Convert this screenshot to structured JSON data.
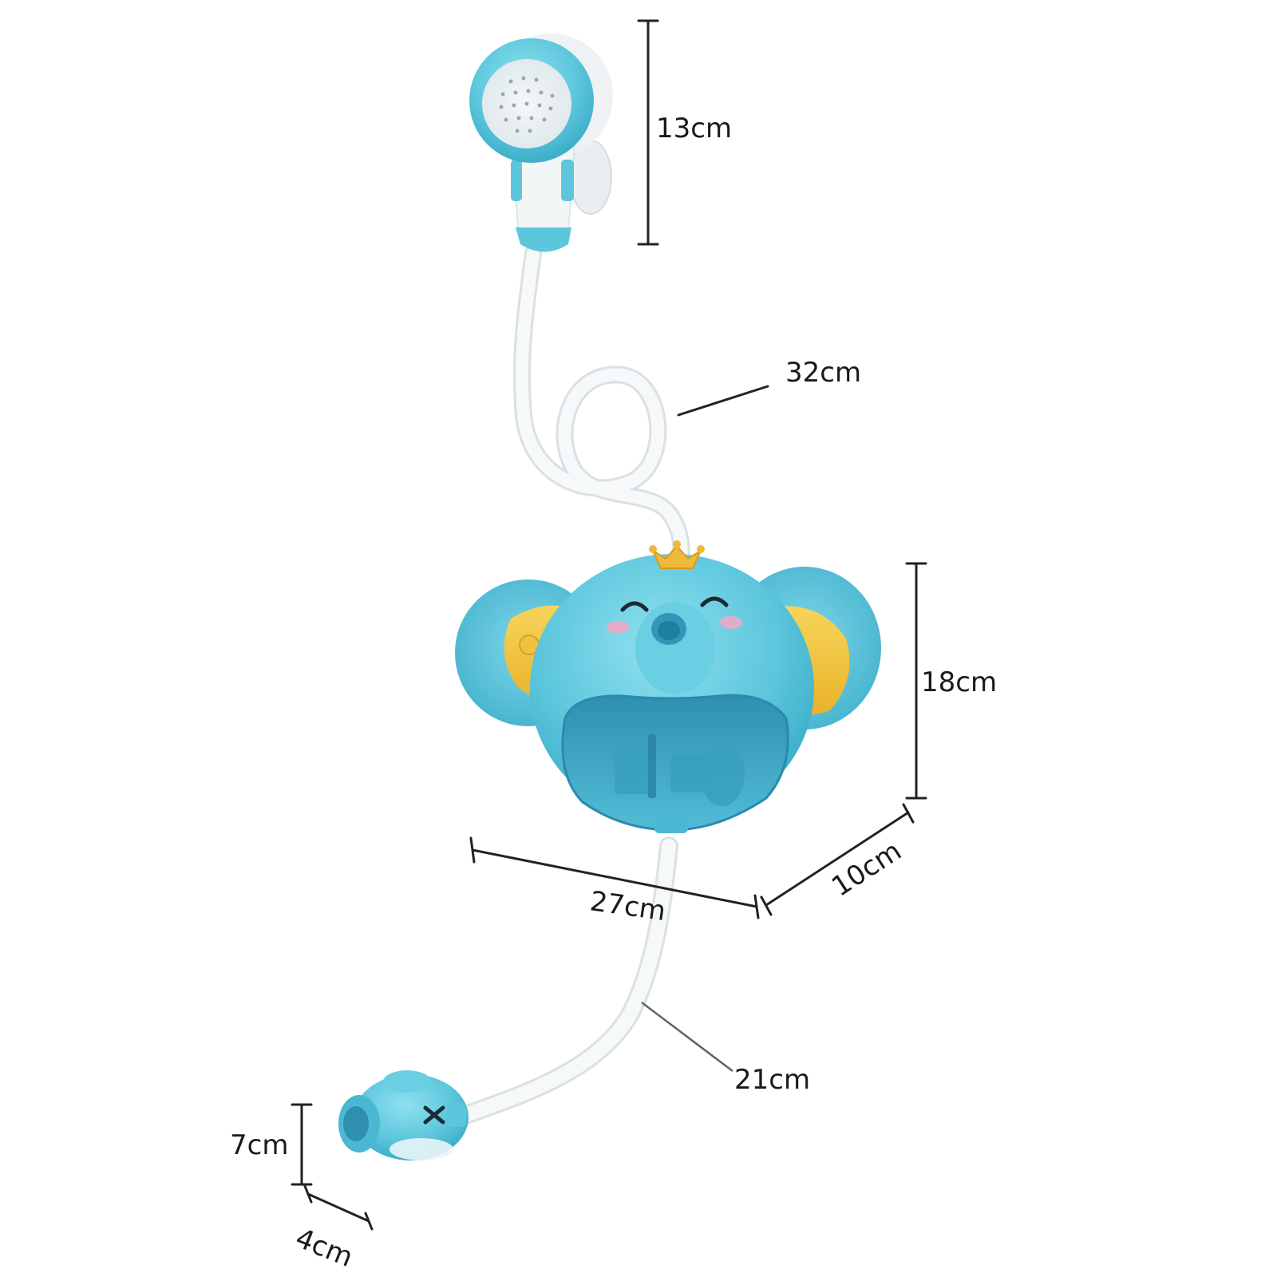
{
  "dimensions": {
    "shower_head_height": "13cm",
    "upper_hose_length": "32cm",
    "body_height": "18cm",
    "body_width": "27cm",
    "body_depth": "10cm",
    "lower_hose_length": "21cm",
    "pump_height": "7cm",
    "pump_depth": "4cm"
  },
  "colors": {
    "toy_blue": "#5cc6dc",
    "toy_blue_dark": "#35a9c4",
    "ear_yellow": "#f3c53a",
    "crown_gold": "#f0b93a",
    "hose_white": "#f6f8f9",
    "line_dark": "#222222"
  }
}
